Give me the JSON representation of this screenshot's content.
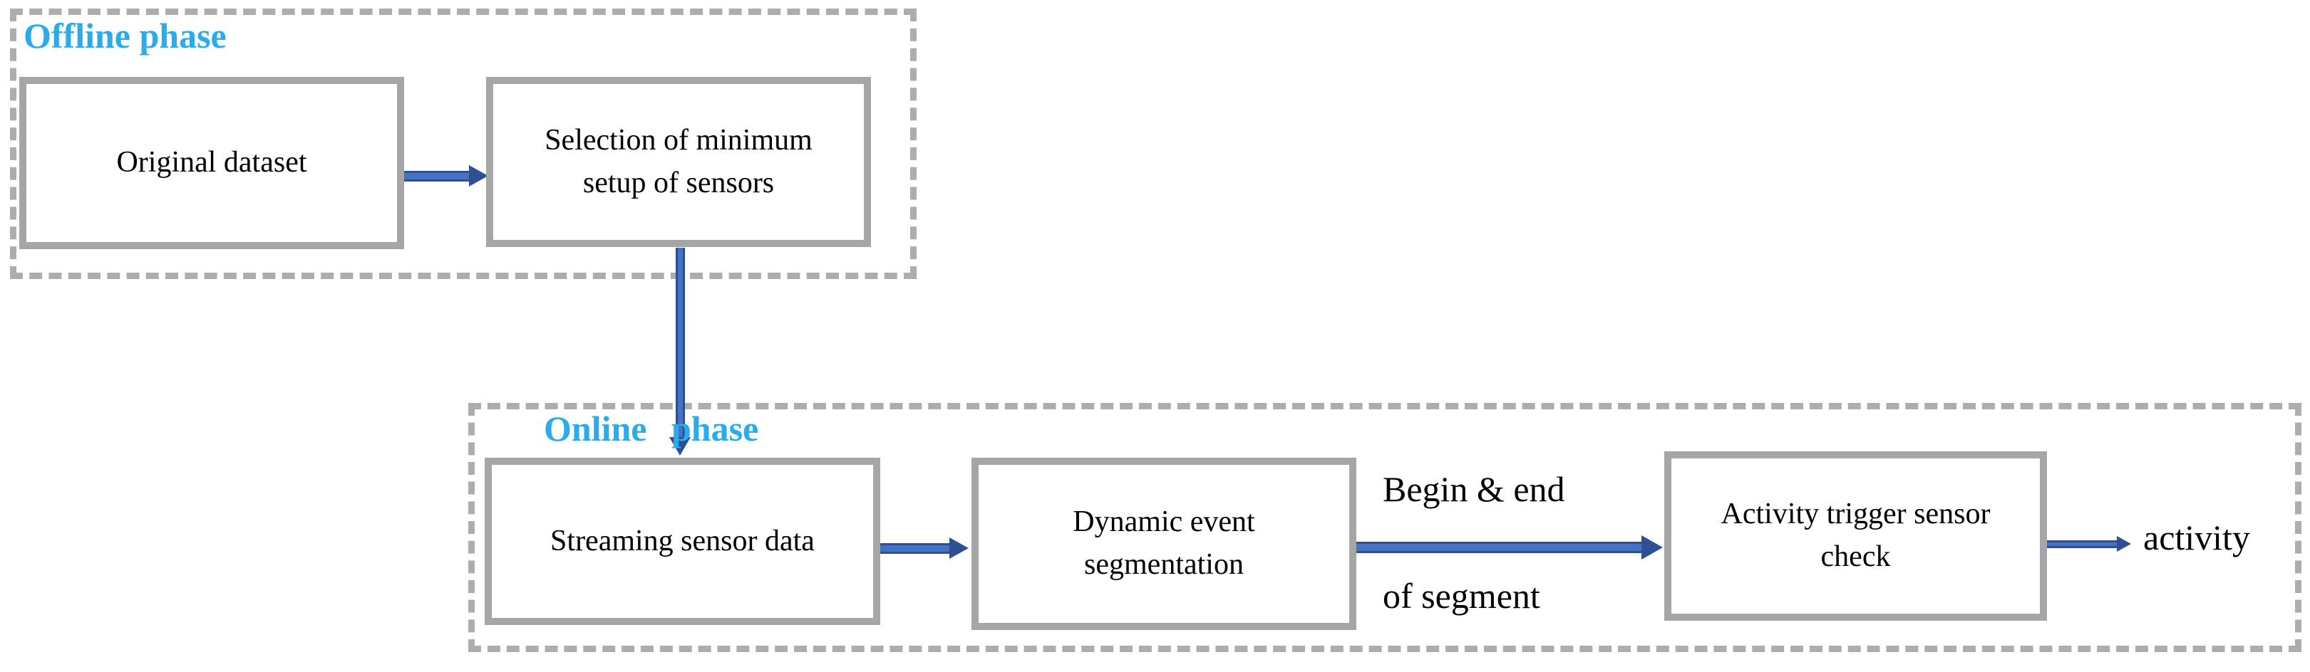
{
  "diagram": {
    "offline": {
      "label": "Offline phase",
      "boxes": [
        {
          "id": "original-dataset",
          "label": "Original dataset"
        },
        {
          "id": "minimum-sensor-setup",
          "label": "Selection of minimum setup of sensors"
        }
      ]
    },
    "online": {
      "label": "Online phase",
      "boxes": [
        {
          "id": "streaming-sensor-data",
          "label": "Streaming sensor data"
        },
        {
          "id": "dynamic-event-segmentation",
          "label": "Dynamic event segmentation"
        },
        {
          "id": "activity-trigger-sensor-check",
          "label": "Activity trigger sensor check"
        }
      ]
    },
    "annotations": {
      "begin_end": "Begin & end",
      "of_segment": "of segment",
      "activity": "activity"
    },
    "colors": {
      "phase_label": "#29ACE9",
      "box_border": "#A6A6A6",
      "dashed_border": "#ADADAD",
      "arrow_fill": "#4472C4",
      "arrow_dark": "#2E4F93",
      "text": "#000000"
    }
  }
}
